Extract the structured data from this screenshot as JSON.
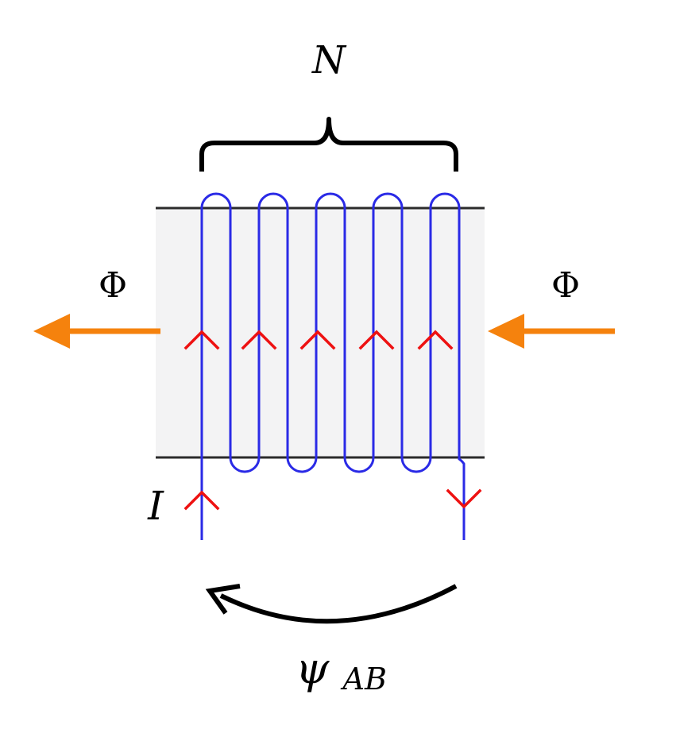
{
  "labels": {
    "turns": "N",
    "flux_left": "Φ",
    "flux_right": "Φ",
    "current": "I",
    "linkage_main": "ψ",
    "linkage_sub": "AB"
  },
  "colors": {
    "core_fill": "#f3f3f4",
    "core_edge": "#2b2b2b",
    "winding": "#2a2ae6",
    "current_arrow": "#ee1111",
    "flux_arrow": "#f5820d",
    "annotation": "#000000"
  },
  "winding": {
    "turn_count": 5
  }
}
